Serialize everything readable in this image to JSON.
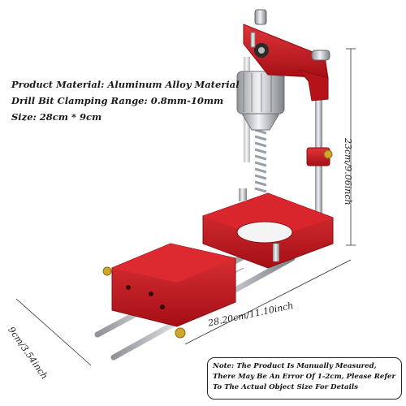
{
  "specs": {
    "material": "Product Material: Aluminum Alloy Material",
    "clamping": "Drill Bit Clamping Range: 0.8mm-10mm",
    "size": "Size: 28cm * 9cm"
  },
  "dimensions": {
    "height": "23cm/9.06inch",
    "length": "28.20cm/11.10inch",
    "width": "9cm/3.54inch"
  },
  "note": "Note: The Product Is Manually Measured, There May Be An Error Of 1-2cm, Please Refer To The Actual Object Size For Details",
  "colors": {
    "aluminum_red": "#c4161c",
    "steel": "#c9ccd0",
    "brass": "#d2a62a"
  }
}
